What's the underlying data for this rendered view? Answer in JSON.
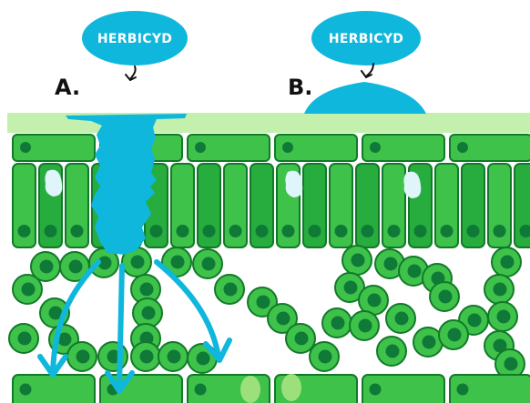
{
  "panels": [
    {
      "letter": "A.",
      "bubble_label": "HERBICYD"
    },
    {
      "letter": "B.",
      "bubble_label": "HERBICYD"
    }
  ],
  "colors": {
    "background": "#ffffff",
    "cuticle": "#c4f0ad",
    "cell_light": "#3fc24a",
    "cell_mid": "#27ad3e",
    "cell_border": "#117a29",
    "nucleus": "#0f7a37",
    "herbicide": "#0fb7dc",
    "vacuole": "#dff5fb",
    "stoma_guard": "#9be07a"
  },
  "icons": [
    "herbicide-bubble",
    "arrow-down-icon",
    "leaf-cell",
    "nucleus",
    "vacuole"
  ]
}
